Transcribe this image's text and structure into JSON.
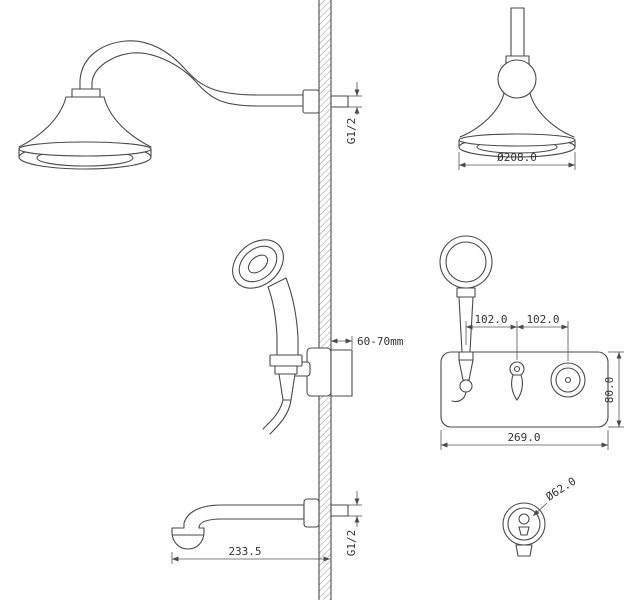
{
  "drawing": {
    "line_color": "#4a4a4a",
    "dim_text_color": "#333333",
    "background": "#ffffff",
    "labels": {
      "arm_thread": "G1/2",
      "head_diameter": "Ø208.0",
      "valve_wall_depth": "60-70mm",
      "port_spacing_left": "102.0",
      "port_spacing_right": "102.0",
      "plate_height": "80.0",
      "plate_width": "269.0",
      "spout_length": "233.5",
      "spout_thread": "G1/2",
      "knob_diameter": "Ø62.0"
    }
  }
}
